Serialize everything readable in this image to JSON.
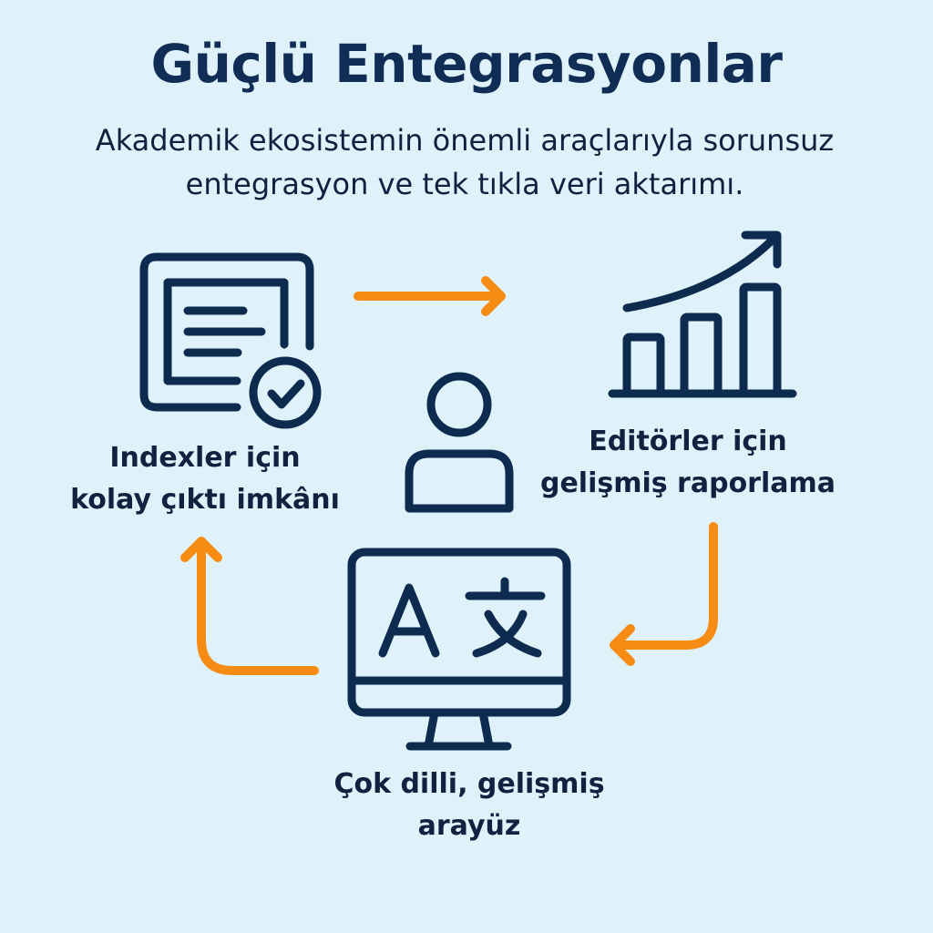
{
  "header": {
    "title": "Güçlü Entegrasyonlar",
    "subtitle_line1": "Akademik ekosistemin önemli araçlarıyla sorunsuz",
    "subtitle_line2": "entegrasyon ve tek tıkla veri aktarımı."
  },
  "nodes": [
    {
      "id": "indexers",
      "icon": "document-check-icon",
      "line1": "Indexler için",
      "line2": "kolay çıktı imkânı"
    },
    {
      "id": "editors",
      "icon": "growth-chart-icon",
      "line1": "Editörler için",
      "line2": "gelişmiş raporlama"
    },
    {
      "id": "interface",
      "icon": "monitor-translate-icon",
      "line1": "Çok dilli, gelişmiş",
      "line2": "arayüz"
    }
  ],
  "center": {
    "icon": "user-icon"
  },
  "colors": {
    "background": "#dff2fa",
    "primary": "#0d2a4f",
    "accent": "#f78c14"
  }
}
